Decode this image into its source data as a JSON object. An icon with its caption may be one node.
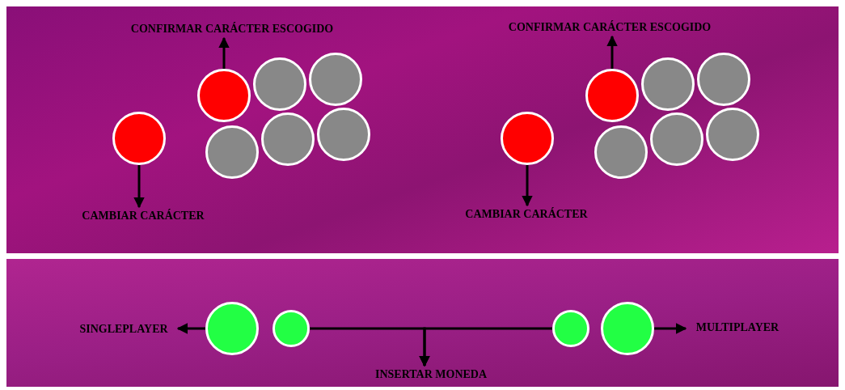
{
  "diagram": {
    "nodes": [
      {
        "text": [
          "CONFIRMAR CARÁCTER ESCOGIDO"
        ]
      },
      {
        "text": [],
        "shape": "circle"
      },
      {
        "text": [],
        "shape": "circle"
      },
      {
        "text": [],
        "shape": "circle"
      },
      {
        "text": [],
        "shape": "circle"
      },
      {
        "text": [],
        "shape": "circle"
      },
      {
        "text": [],
        "shape": "circle"
      },
      {
        "text": [],
        "shape": "circle"
      },
      {
        "text": [
          "CAMBIAR CARÁCTER"
        ]
      },
      {
        "text": [
          "CONFIRMAR CARÁCTER ESCOGIDO"
        ]
      },
      {
        "text": [],
        "shape": "circle"
      },
      {
        "text": [],
        "shape": "circle"
      },
      {
        "text": [],
        "shape": "circle"
      },
      {
        "text": [],
        "shape": "circle"
      },
      {
        "text": [],
        "shape": "circle"
      },
      {
        "text": [],
        "shape": "circle"
      },
      {
        "text": [],
        "shape": "circle"
      },
      {
        "text": [
          "CAMBIAR CARÁCTER"
        ]
      },
      {
        "text": [
          "SINGLEPLAYER"
        ]
      },
      {
        "text": [],
        "shape": "circle"
      },
      {
        "text": [],
        "shape": "circle"
      },
      {
        "text": [],
        "shape": "circle"
      },
      {
        "text": [],
        "shape": "circle"
      },
      {
        "text": [
          "MULTIPLAYER"
        ]
      },
      {
        "text": [
          "INSERTAR MONEDA"
        ]
      }
    ],
    "edges": [
      {
        "from": 1,
        "to": 0,
        "arrow": "to"
      },
      {
        "from": 4,
        "to": 8,
        "arrow": "to"
      },
      {
        "from": 10,
        "to": 9,
        "arrow": "to"
      },
      {
        "from": 13,
        "to": 17,
        "arrow": "to"
      },
      {
        "from": 19,
        "to": 18,
        "arrow": "to"
      },
      {
        "from": 22,
        "to": 23,
        "arrow": "to"
      },
      {
        "from": 20,
        "to": 24,
        "arrow": "to"
      },
      {
        "from": 21,
        "to": 24,
        "arrow": "to"
      }
    ]
  }
}
